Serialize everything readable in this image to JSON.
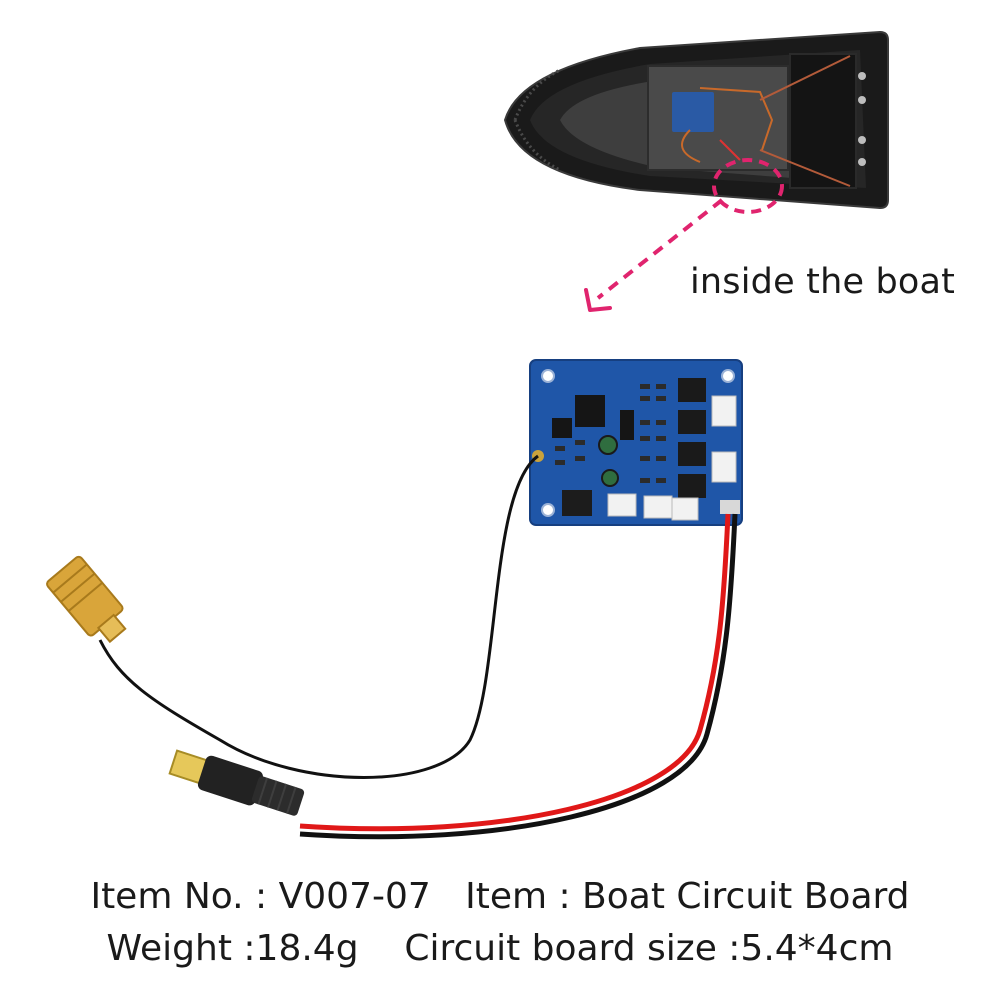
{
  "callout": {
    "label": "inside the boat",
    "accent_color": "#e0246e"
  },
  "specs": {
    "line1": "Item No. : V007-07   Item : Boat Circuit Board",
    "line2": "Weight :18.4g    Circuit board size :5.4*4cm"
  },
  "colors": {
    "hull": "#1c1c1c",
    "pcb": "#1f56a8",
    "red_wire": "#e01818",
    "black_wire": "#111111",
    "sma_gold": "#d9a53a",
    "dc_plug": "#222222"
  }
}
